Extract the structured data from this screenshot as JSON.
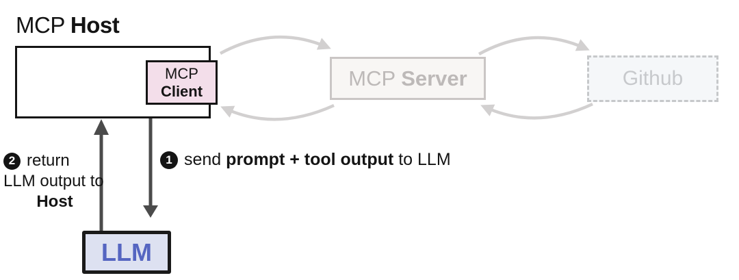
{
  "diagram": {
    "title": {
      "prefix": "MCP ",
      "bold": "Host"
    },
    "boxes": {
      "client": {
        "line1": "MCP",
        "line2": "Client"
      },
      "server": {
        "prefix": "MCP ",
        "bold": "Server"
      },
      "github": {
        "label": "Github"
      },
      "llm": {
        "label": "LLM"
      }
    },
    "annotations": {
      "step1": {
        "badge": "1",
        "pre": "send ",
        "bold": "prompt + tool output",
        "post": " to LLM"
      },
      "step2": {
        "badge": "2",
        "line1": "return",
        "line2": "LLM output to",
        "line3": "Host"
      }
    },
    "colors": {
      "ink": "#141414",
      "client_fill": "#f3deea",
      "llm_fill": "#dde1f1",
      "llm_text": "#5565c1",
      "faded_fill": "#f8f6f4",
      "faded_border": "#cac6c5",
      "faded_text": "#bdb9b8",
      "github_fill": "#f5f7f9",
      "github_border": "#c6c8ca",
      "github_text": "#c7c9cc",
      "cycle_arrow": "#d2d0d0",
      "dark_arrow": "#4b4b4b"
    }
  }
}
